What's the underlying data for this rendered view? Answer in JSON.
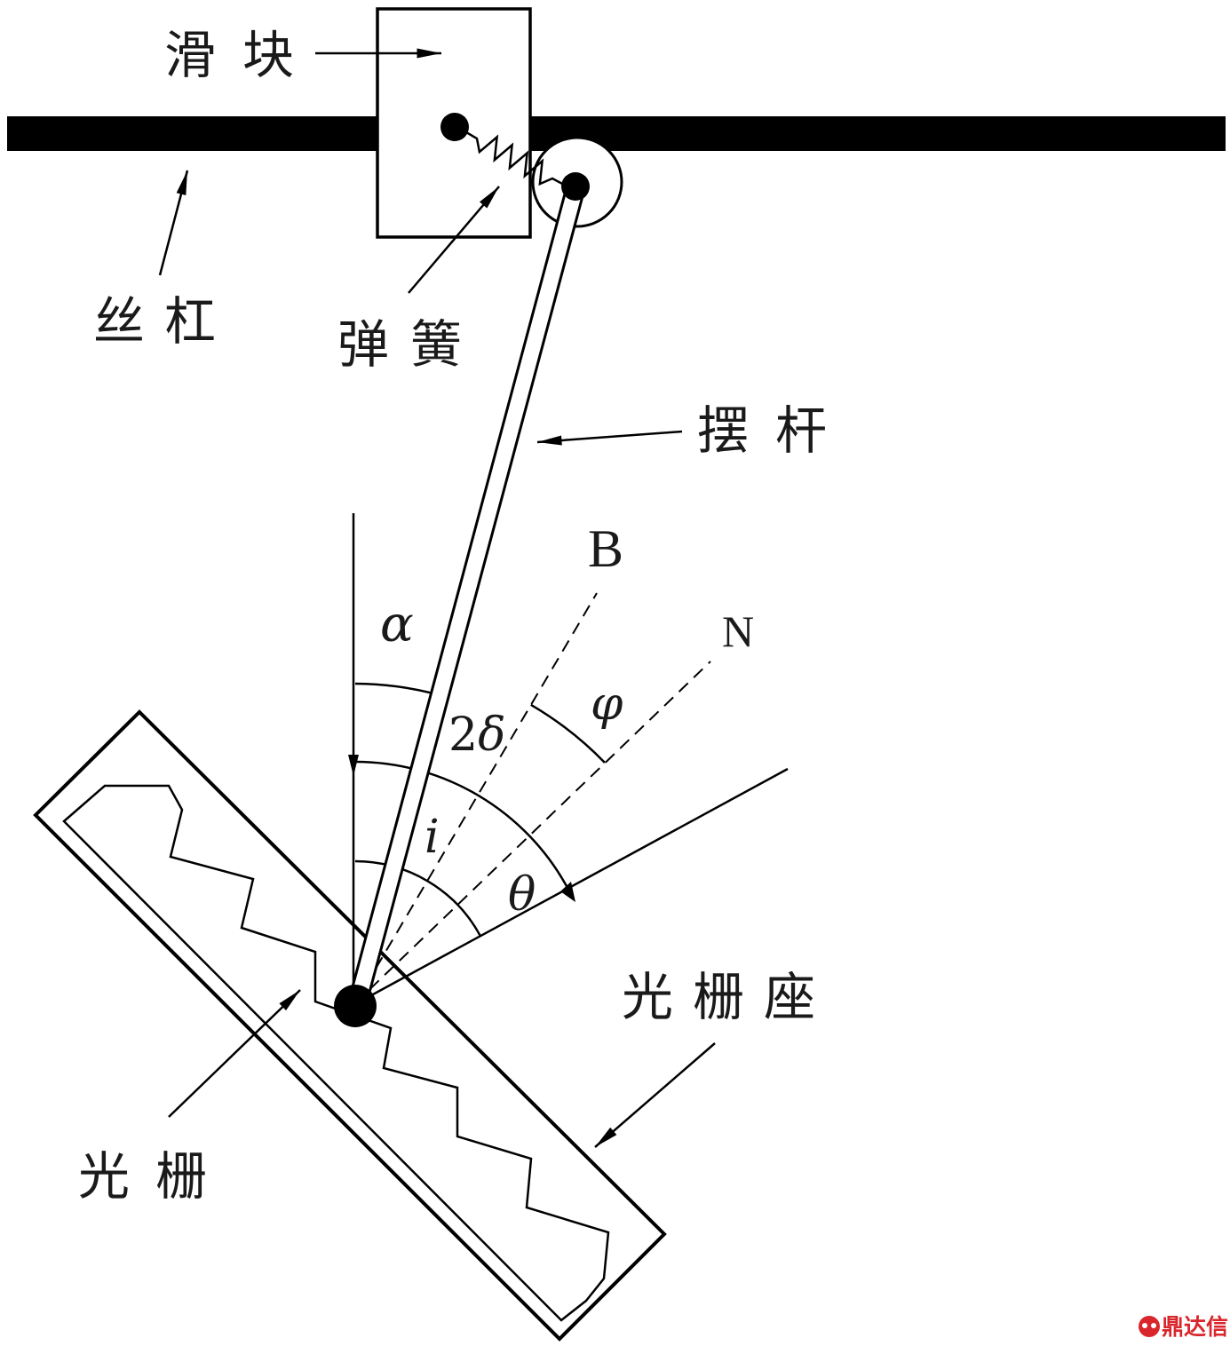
{
  "labels": {
    "slider": "滑块",
    "lead_screw": "丝杠",
    "spring": "弹簧",
    "swing_rod": "摆杆",
    "grating_seat": "光栅座",
    "grating": "光栅"
  },
  "symbols": {
    "line_b": "B",
    "line_n": "N",
    "alpha": "α",
    "two_delta": {
      "coef": "2",
      "symbol": "δ"
    },
    "phi": "φ",
    "incidence": "i",
    "theta": "θ"
  },
  "watermark": {
    "text": "鼎达信",
    "color": "#d9262c"
  }
}
